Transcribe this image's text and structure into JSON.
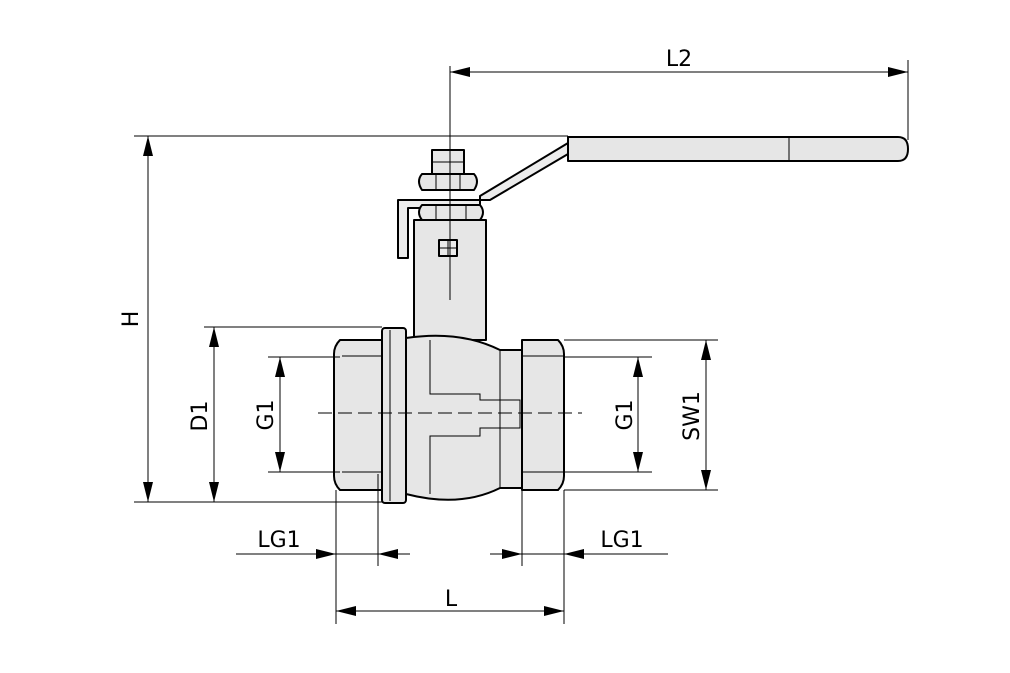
{
  "labels": {
    "l2": "L2",
    "h": "H",
    "d1": "D1",
    "g1_left": "G1",
    "g1_right": "G1",
    "sw1": "SW1",
    "lg1_left": "LG1",
    "lg1_right": "LG1",
    "l": "L"
  },
  "colors": {
    "line": "#000000",
    "body_fill": "#e6e6e6",
    "background": "#ffffff"
  }
}
